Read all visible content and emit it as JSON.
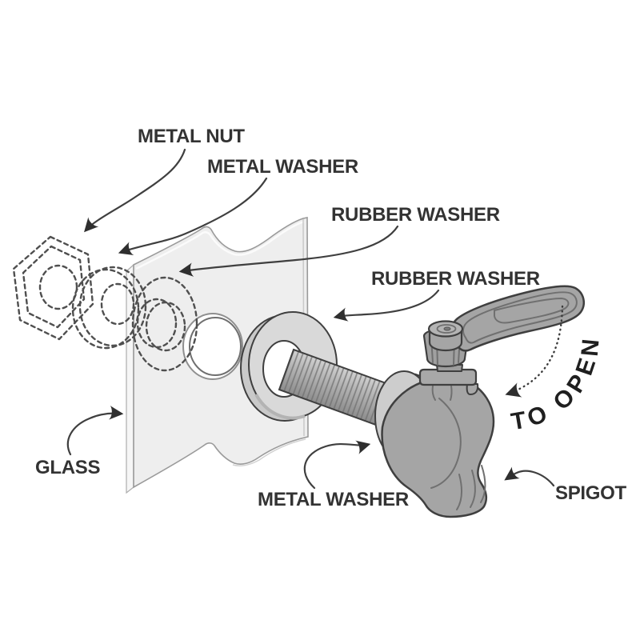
{
  "diagram": {
    "labels": {
      "metal_nut": "METAL NUT",
      "metal_washer_top": "METAL WASHER",
      "rubber_washer_top": "RUBBER WASHER",
      "rubber_washer_front": "RUBBER WASHER",
      "glass": "GLASS",
      "metal_washer_bottom": "METAL WASHER",
      "spigot": "SPIGOT",
      "to_open": "TO OPEN"
    },
    "colors": {
      "background": "#ffffff",
      "outline": "#3f3f3f",
      "label_text": "#333333",
      "part_gray": "#a5a5a5",
      "washer_gray": "#d9d9d9",
      "glass_gray": "#ededed",
      "dashed_line": "#4f4f4f"
    }
  }
}
